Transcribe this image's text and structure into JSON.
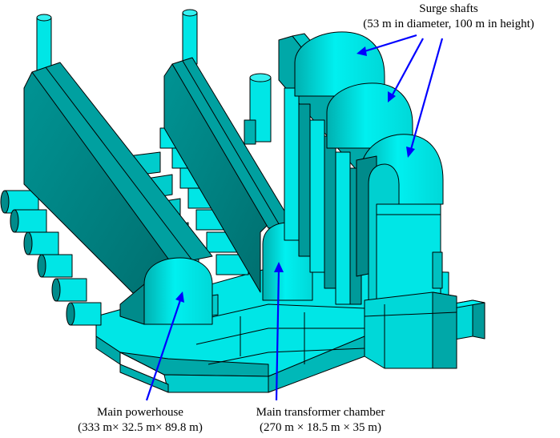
{
  "colors": {
    "background": "#ffffff",
    "cavern_face": "#00e6e6",
    "cavern_light": "#33f0f0",
    "cavern_dark": "#008b8b",
    "cavern_shade": "#00a8a8",
    "outline": "#000000",
    "arrow": "#0000ff",
    "text": "#000000"
  },
  "labels": {
    "surge_shafts": {
      "name": "Surge shafts",
      "dims": "(53 m in diameter, 100 m in height)"
    },
    "main_powerhouse": {
      "name": "Main powerhouse",
      "dims": "(333 m× 32.5 m× 89.8 m)"
    },
    "main_transformer": {
      "name": "Main transformer chamber",
      "dims": "(270 m × 18.5 m × 35 m)"
    }
  }
}
